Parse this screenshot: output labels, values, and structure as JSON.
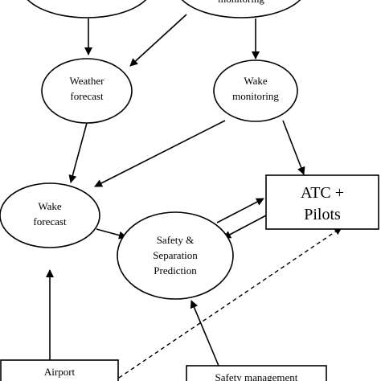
{
  "nodes": {
    "top_left": {
      "lines": []
    },
    "top_right": {
      "lines": [
        "monitoring"
      ]
    },
    "weather_forecast": {
      "lines": [
        "Weather",
        "forecast"
      ]
    },
    "wake_monitoring": {
      "lines": [
        "Wake",
        "monitoring"
      ]
    },
    "wake_forecast": {
      "lines": [
        "Wake",
        "forecast"
      ]
    },
    "safety_separation": {
      "lines": [
        "Safety &",
        "Separation",
        "Prediction"
      ]
    },
    "atc_pilots": {
      "lines": [
        "ATC +",
        "Pilots"
      ]
    },
    "airport": {
      "lines": [
        "Airport"
      ]
    },
    "safety_management": {
      "lines": [
        "Safety management"
      ]
    }
  },
  "edges": [
    {
      "from": "top_left",
      "to": "weather_forecast",
      "style": "solid"
    },
    {
      "from": "top_right",
      "to": "weather_forecast",
      "style": "solid"
    },
    {
      "from": "top_right",
      "to": "wake_monitoring",
      "style": "solid"
    },
    {
      "from": "weather_forecast",
      "to": "wake_forecast",
      "style": "solid"
    },
    {
      "from": "wake_monitoring",
      "to": "wake_forecast",
      "style": "solid"
    },
    {
      "from": "wake_monitoring",
      "to": "atc_pilots",
      "style": "solid"
    },
    {
      "from": "wake_forecast",
      "to": "safety_separation",
      "style": "solid"
    },
    {
      "from": "safety_separation",
      "to": "atc_pilots",
      "style": "solid"
    },
    {
      "from": "atc_pilots",
      "to": "safety_separation",
      "style": "solid"
    },
    {
      "from": "airport",
      "to": "wake_forecast",
      "style": "solid"
    },
    {
      "from": "safety_management",
      "to": "safety_separation",
      "style": "solid"
    },
    {
      "from": "airport",
      "to": "atc_pilots",
      "style": "dashed"
    }
  ]
}
